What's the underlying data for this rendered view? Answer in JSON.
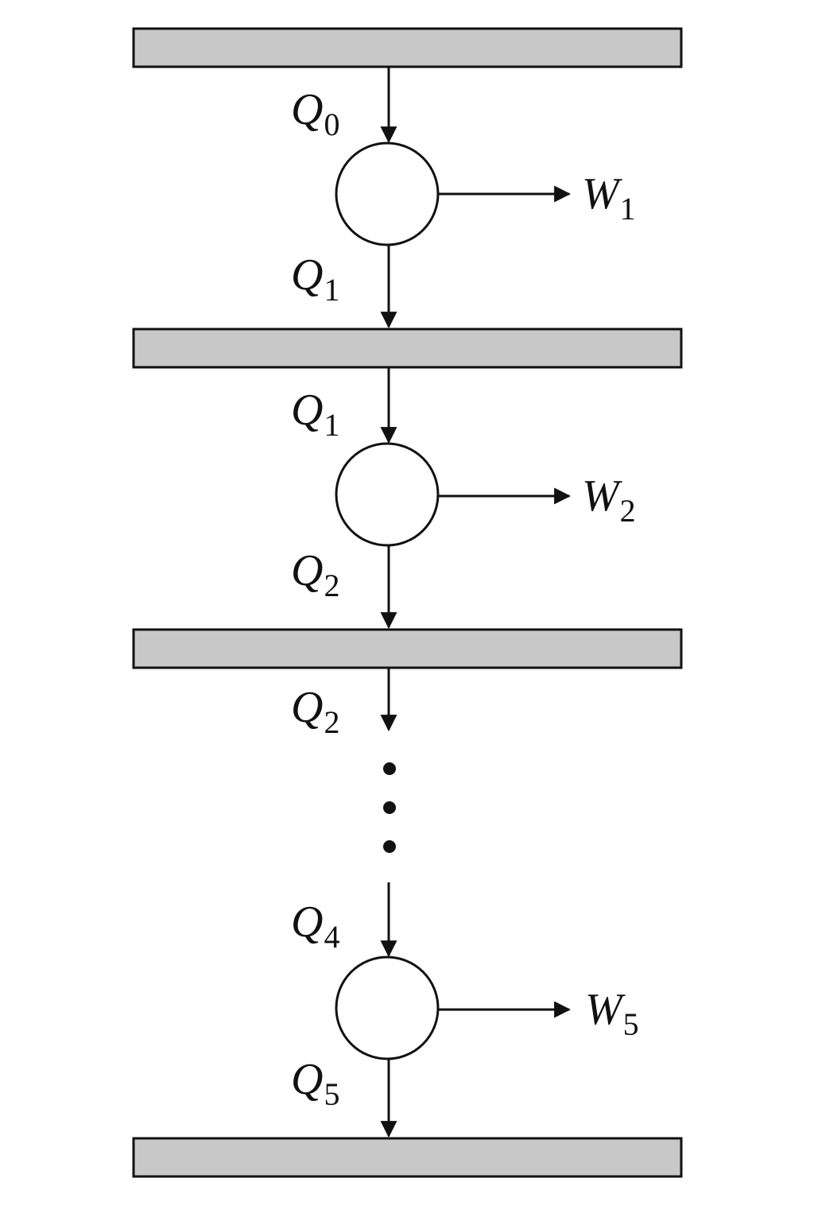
{
  "diagram": {
    "flow_labels": {
      "q0_top": {
        "symbol": "Q",
        "sub": "0"
      },
      "q1_below_stage1": {
        "symbol": "Q",
        "sub": "1"
      },
      "q1_above_stage2": {
        "symbol": "Q",
        "sub": "1"
      },
      "q2_below_stage2": {
        "symbol": "Q",
        "sub": "2"
      },
      "q2_above_gap": {
        "symbol": "Q",
        "sub": "2"
      },
      "q4_above_stage5": {
        "symbol": "Q",
        "sub": "4"
      },
      "q5_below_stage5": {
        "symbol": "Q",
        "sub": "5"
      }
    },
    "work_labels": {
      "w1": {
        "symbol": "W",
        "sub": "1"
      },
      "w2": {
        "symbol": "W",
        "sub": "2"
      },
      "w5": {
        "symbol": "W",
        "sub": "5"
      }
    },
    "colors": {
      "plate_fill": "#c8c8c8",
      "stroke": "#111111",
      "background": "#ffffff"
    }
  }
}
